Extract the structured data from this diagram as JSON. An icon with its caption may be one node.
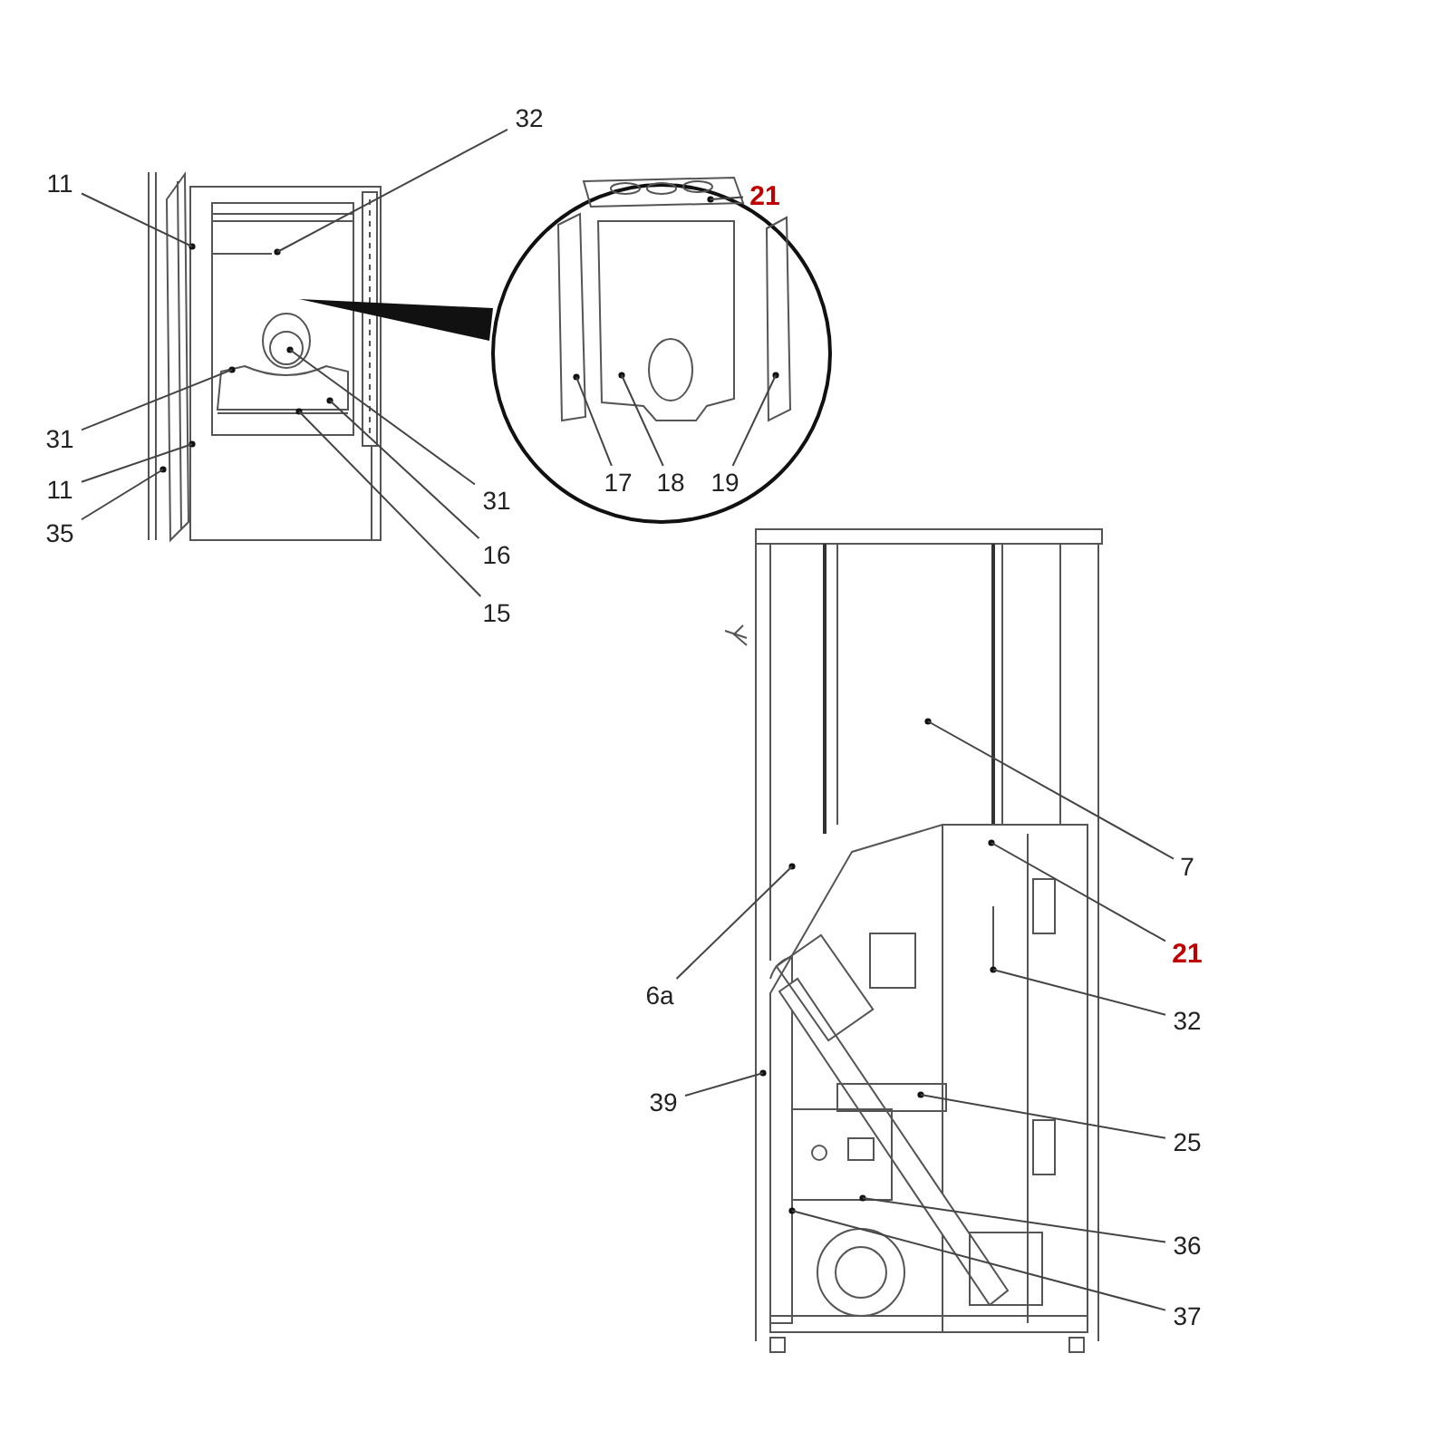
{
  "diagram": {
    "nodes": [
      {
        "text": [
          "32"
        ]
      },
      {
        "text": [
          "11"
        ]
      },
      {
        "text": [
          "21"
        ]
      },
      {
        "text": [
          "31"
        ]
      },
      {
        "text": [
          "11"
        ]
      },
      {
        "text": [
          "35"
        ]
      },
      {
        "text": [
          "31"
        ]
      },
      {
        "text": [
          "16"
        ]
      },
      {
        "text": [
          "15"
        ]
      },
      {
        "text": [
          "17"
        ]
      },
      {
        "text": [
          "18"
        ]
      },
      {
        "text": [
          "19"
        ]
      },
      {
        "text": [
          "7"
        ]
      },
      {
        "text": [
          "21"
        ]
      },
      {
        "text": [
          "6a"
        ]
      },
      {
        "text": [
          "32"
        ]
      },
      {
        "text": [
          "39"
        ]
      },
      {
        "text": [
          "25"
        ]
      },
      {
        "text": [
          "36"
        ]
      },
      {
        "text": [
          "37"
        ]
      }
    ],
    "edges": [
      {
        "from": 0,
        "to": null,
        "arrow": "none"
      },
      {
        "from": 1,
        "to": null,
        "arrow": "none"
      },
      {
        "from": 2,
        "to": null,
        "arrow": "none"
      },
      {
        "from": 3,
        "to": null,
        "arrow": "none"
      },
      {
        "from": 4,
        "to": null,
        "arrow": "none"
      },
      {
        "from": 5,
        "to": null,
        "arrow": "none"
      },
      {
        "from": 6,
        "to": null,
        "arrow": "none"
      },
      {
        "from": 7,
        "to": null,
        "arrow": "none"
      },
      {
        "from": 8,
        "to": null,
        "arrow": "none"
      },
      {
        "from": 9,
        "to": null,
        "arrow": "none"
      },
      {
        "from": 10,
        "to": null,
        "arrow": "none"
      },
      {
        "from": 11,
        "to": null,
        "arrow": "none"
      },
      {
        "from": 12,
        "to": null,
        "arrow": "none"
      },
      {
        "from": 13,
        "to": null,
        "arrow": "none"
      },
      {
        "from": 14,
        "to": null,
        "arrow": "none"
      },
      {
        "from": 15,
        "to": null,
        "arrow": "none"
      },
      {
        "from": 16,
        "to": null,
        "arrow": "none"
      },
      {
        "from": 17,
        "to": null,
        "arrow": "none"
      },
      {
        "from": 18,
        "to": null,
        "arrow": "none"
      },
      {
        "from": 19,
        "to": null,
        "arrow": "none"
      }
    ]
  }
}
